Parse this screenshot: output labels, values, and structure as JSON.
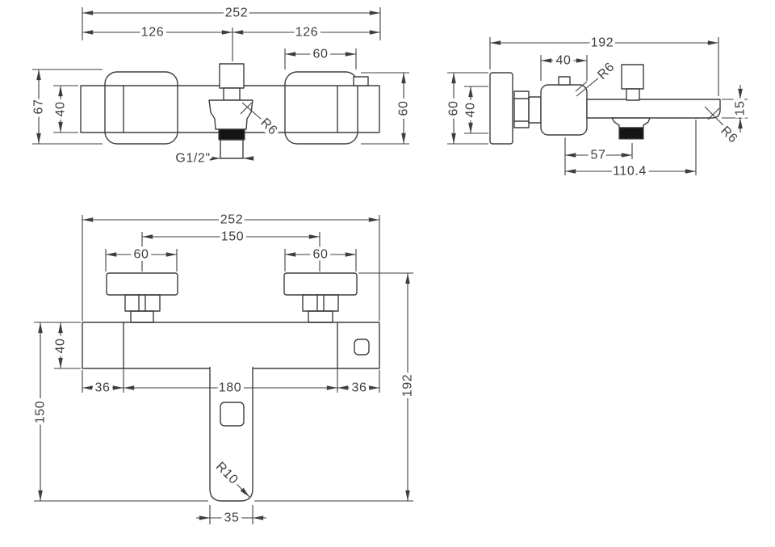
{
  "drawing": {
    "type": "technical-drawing",
    "background": "#ffffff",
    "line_color": "#3e3e3e",
    "views": {
      "front": {
        "overall_width": "252",
        "centre_to_left": "126",
        "centre_to_right": "126",
        "handle_width": "60",
        "overall_height": "67",
        "body_height": "40",
        "handle_height": "60",
        "outlet_thread": "G1/2\"",
        "outlet_radius": "R6"
      },
      "side": {
        "overall_depth": "192",
        "valve_body_width": "40",
        "valve_corner_radius": "R6",
        "backplate_height": "60",
        "body_height": "40",
        "spout_tip_height": "15",
        "spout_tip_radius": "R6",
        "outlet_offset": "57",
        "spout_reach": "110.4"
      },
      "plan": {
        "overall_width": "252",
        "inlet_centres": "150",
        "left_plate_width": "60",
        "right_plate_width": "60",
        "body_height": "40",
        "left_margin": "36",
        "centre_span": "180",
        "right_margin": "36",
        "spout_projection": "150",
        "overall_projection": "192",
        "spout_radius": "R10",
        "spout_width": "35"
      }
    }
  }
}
